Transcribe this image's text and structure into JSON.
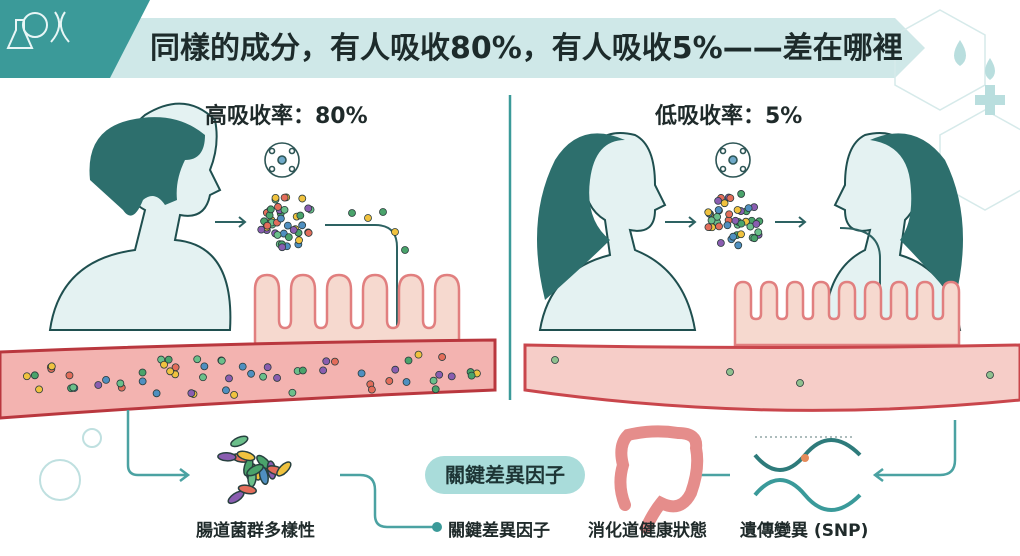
{
  "title": "同樣的成分，有人吸收80%，有人吸收5%——差在哪裡",
  "left_panel": {
    "label": "高吸收率：80%",
    "absorption_percent": 80
  },
  "right_panel": {
    "label": "低吸收率：5%",
    "absorption_percent": 5
  },
  "key_factor_pill": "關鍵差異因子",
  "factors": [
    {
      "label": "腸道菌群多樣性",
      "icon": "gut-bacteria-icon"
    },
    {
      "label": "關鍵差異因子",
      "icon": "connector-dot-icon"
    },
    {
      "label": "消化道健康狀態",
      "icon": "colon-icon"
    },
    {
      "label": "遺傳變異 (SNP)",
      "icon": "dna-icon"
    }
  ],
  "colors": {
    "teal": "#2f8f8f",
    "teal_light": "#cfe8e8",
    "vessel": "#e9888a",
    "tissue": "#f6d9cf",
    "dark": "#1f5656"
  }
}
